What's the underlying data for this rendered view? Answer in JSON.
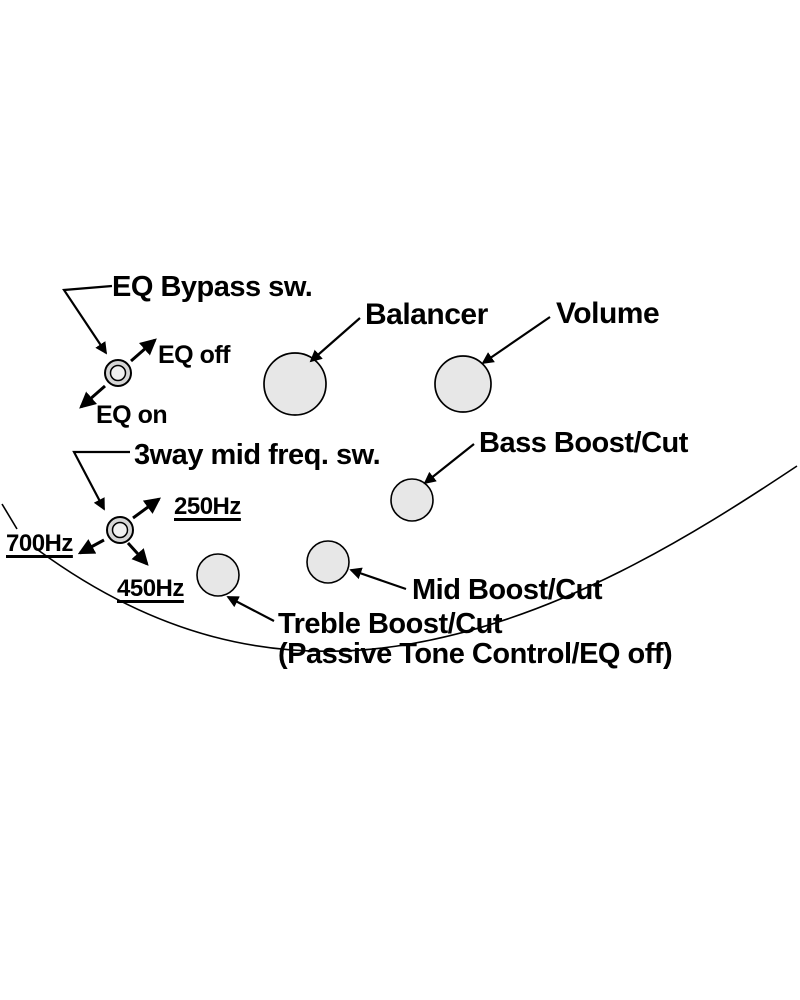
{
  "diagram": {
    "title": "Bass EQ control layout diagram",
    "labels": {
      "eq_bypass": "EQ Bypass sw.",
      "eq_off": "EQ off",
      "eq_on": "EQ on",
      "balancer": "Balancer",
      "volume": "Volume",
      "bass": "Bass Boost/Cut",
      "mid_freq": "3way mid freq. sw.",
      "freq_250": "250Hz",
      "freq_700": "700Hz",
      "freq_450": "450Hz",
      "mid": "Mid Boost/Cut",
      "treble": "Treble Boost/Cut",
      "treble_sub": "(Passive Tone Control/EQ off)"
    },
    "colors": {
      "knob_fill": "#e7e7e7",
      "switch_outer_fill": "#d6d6d6",
      "switch_inner_fill": "#f0f0f0",
      "line": "#000000",
      "background": "#ffffff"
    }
  }
}
